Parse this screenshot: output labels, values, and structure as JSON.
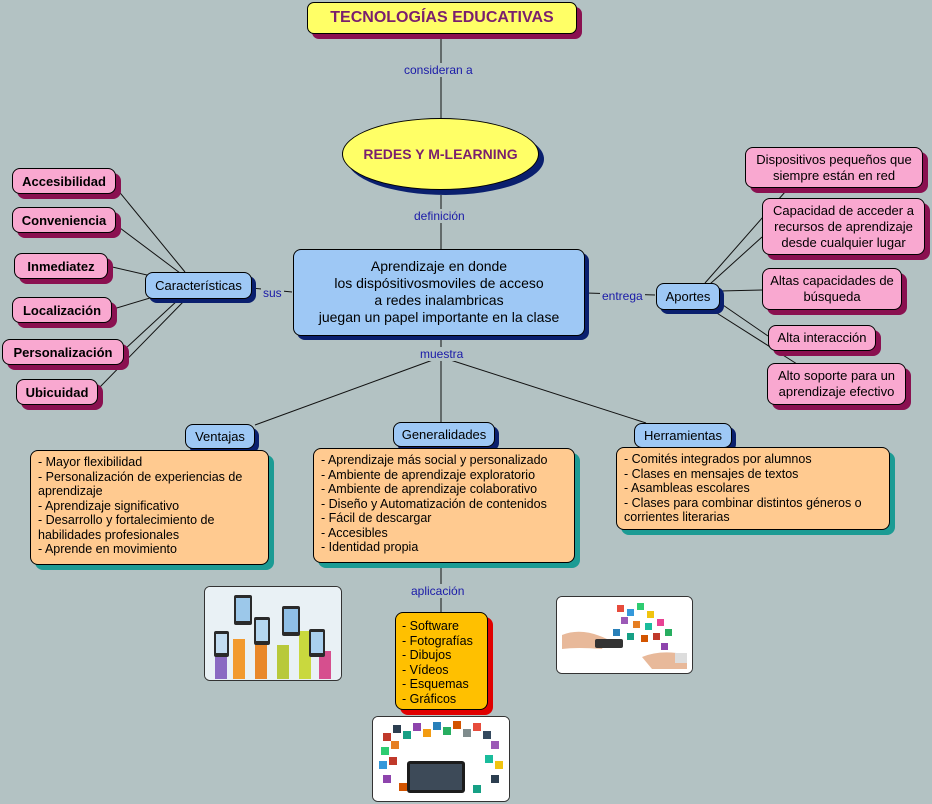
{
  "root": {
    "label": "TECNOLOGÍAS EDUCATIVAS"
  },
  "main_topic": {
    "label": "REDES Y M-LEARNING"
  },
  "definition_node": {
    "lines": [
      "Aprendizaje en donde",
      "los dispósitivosmoviles de acceso",
      "a redes inalambricas",
      "juegan un papel importante en la clase"
    ]
  },
  "link_labels": {
    "consideran": "consideran a",
    "definicion": "definición",
    "sus": "sus",
    "entrega": "entrega",
    "muestra": "muestra",
    "aplicacion": "aplicación"
  },
  "caracteristicas": {
    "label": "Características",
    "items": [
      "Accesibilidad",
      "Conveniencia",
      "Inmediatez",
      "Localización",
      "Personalización",
      "Ubicuidad"
    ]
  },
  "aportes": {
    "label": "Aportes",
    "items": [
      {
        "lines": [
          "Dispositivos pequeños que",
          "siempre están en red"
        ]
      },
      {
        "lines": [
          "Capacidad de acceder a",
          "recursos  de aprendizaje",
          "desde cualquier lugar"
        ]
      },
      {
        "lines": [
          "Altas capacidades de",
          "búsqueda"
        ]
      },
      {
        "lines": [
          "Alta interacción"
        ]
      },
      {
        "lines": [
          "Alto soporte para un",
          "aprendizaje efectivo"
        ]
      }
    ]
  },
  "ventajas": {
    "label": "Ventajas",
    "items": [
      "- Mayor flexibilidad",
      "- Personalización de experiencias de",
      "aprendizaje",
      "- Aprendizaje significativo",
      "- Desarrollo y fortalecimiento de",
      "habilidades profesionales",
      "- Aprende en movimiento"
    ]
  },
  "generalidades": {
    "label": "Generalidades",
    "items": [
      "- Aprendizaje más social y personalizado",
      "- Ambiente de aprendizaje exploratorio",
      "- Ambiente de aprendizaje colaborativo",
      "- Diseño y Automatización de contenidos",
      "- Fácil de descargar",
      "- Accesibles",
      "- Identidad propia"
    ]
  },
  "herramientas": {
    "label": "Herramientas",
    "items": [
      "- Comités integrados por alumnos",
      "- Clases en mensajes de textos",
      "- Asambleas escolares",
      "- Clases para combinar distintos géneros o",
      "corrientes literarias"
    ]
  },
  "aplicacion": {
    "items": [
      "- Software",
      "- Fotografías",
      "- Dibujos",
      "- Vídeos",
      "- Esquemas",
      "- Gráficos"
    ]
  },
  "colors": {
    "background": "#b3c2c3",
    "pink": "#f9a8d0",
    "blue": "#9ec8f5",
    "orange": "#ffca90",
    "yellow": "#ffff66",
    "gold": "#ffc000",
    "link_text": "#1a1aa8"
  }
}
